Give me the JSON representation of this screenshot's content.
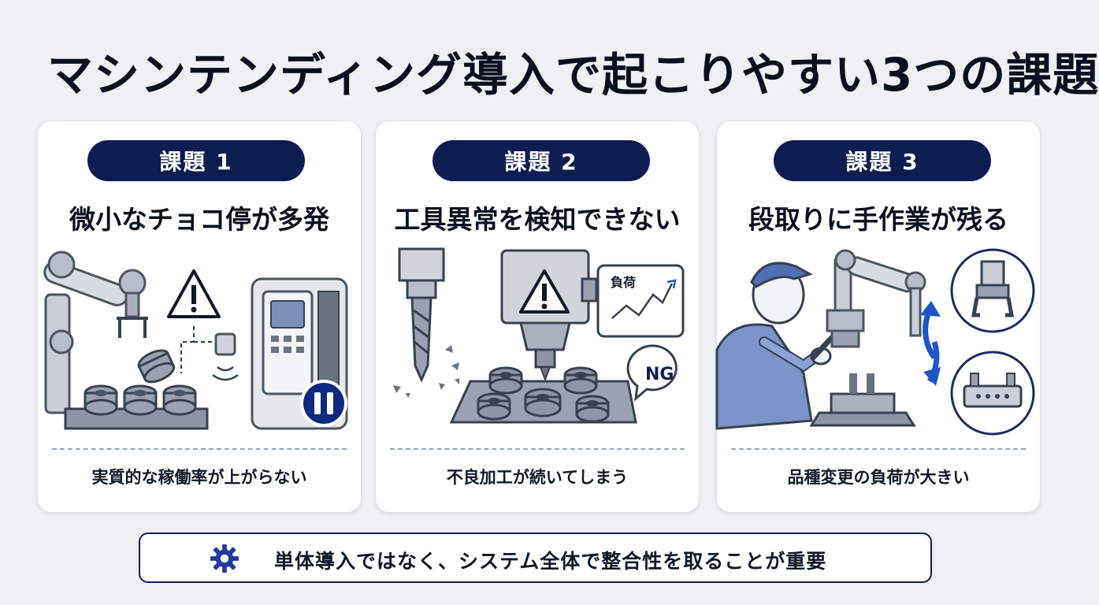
{
  "title": "マシンテンディング導入で起こりやすい3つの課題",
  "cards": [
    {
      "badge": "課題 1",
      "heading": "微小なチョコ停が多発",
      "caption": "実質的な稼働率が上がらない"
    },
    {
      "badge": "課題 2",
      "heading": "工具異常を検知できない",
      "caption": "不良加工が続いてしまう",
      "chart_label": "負荷",
      "ng_label": "NG"
    },
    {
      "badge": "課題 3",
      "heading": "段取りに手作業が残る",
      "caption": "品種変更の負荷が大きい"
    }
  ],
  "footer": {
    "text": "単体導入ではなく、システム全体で整合性を取ることが重要",
    "icon": "gear-icon"
  },
  "colors": {
    "navy": "#0d1d52",
    "accent_blue": "#1f55c4",
    "metal": "#8d96a6"
  }
}
